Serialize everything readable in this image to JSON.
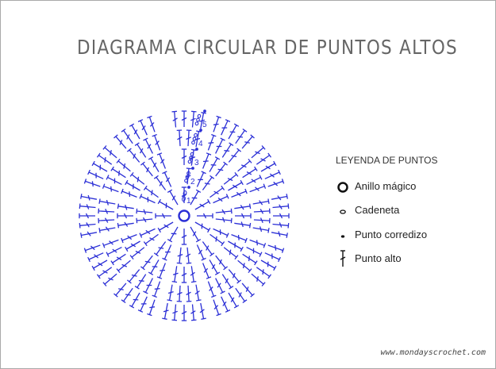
{
  "title": "DIAGRAMA CIRCULAR DE PUNTOS ALTOS",
  "stitch_color": "#2b2fd6",
  "ring_labels": [
    "1",
    "2",
    "3",
    "4",
    "5"
  ],
  "legend": {
    "title": "LEYENDA DE PUNTOS",
    "items": [
      {
        "icon": "magic-ring-icon",
        "label": "Anillo mágico"
      },
      {
        "icon": "chain-icon",
        "label": "Cadeneta"
      },
      {
        "icon": "slip-stitch-icon",
        "label": "Punto corredizo"
      },
      {
        "icon": "double-crochet-icon",
        "label": "Punto alto"
      }
    ]
  },
  "footer": {
    "url": "www.mondayscrochet.com"
  }
}
